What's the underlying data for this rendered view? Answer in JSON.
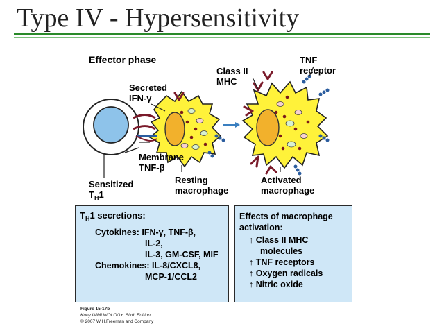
{
  "title": "Type IV - Hypersensitivity",
  "diagram": {
    "heading": "Effector phase",
    "secreted": [
      "Secreted",
      "IFN-γ"
    ],
    "membrane": [
      "Membrane",
      "TNF-β"
    ],
    "sensitized": [
      "Sensitized",
      "T",
      "H",
      "1"
    ],
    "resting": [
      "Resting",
      "macrophage"
    ],
    "activated": [
      "Activated",
      "macrophage"
    ],
    "class_ii": [
      "Class II",
      "MHC"
    ],
    "tnf_receptor": [
      "TNF",
      "receptor"
    ]
  },
  "secretions_box": {
    "heading_t": "T",
    "heading_sub": "H",
    "heading_rest": "1 secretions:",
    "lines": [
      "Cytokines: IFN-γ, TNF-β,",
      "IL-2,",
      "IL-3, GM-CSF, MIF",
      "Chemokines: IL-8/CXCL8,",
      "MCP-1/CCL2"
    ]
  },
  "effects_box": {
    "heading": [
      "Effects of macrophage",
      "activation:"
    ],
    "items": [
      "↑ Class II MHC",
      "molecules",
      "↑ TNF receptors",
      "↑ Oxygen radicals",
      "↑  Nitric oxide"
    ]
  },
  "figure_caption": {
    "label": "Figure 15-17b",
    "source": "Kuby IMMUNOLOGY, Sixth Edition",
    "copyright": "© 2007 W.H.Freeman and Company"
  }
}
